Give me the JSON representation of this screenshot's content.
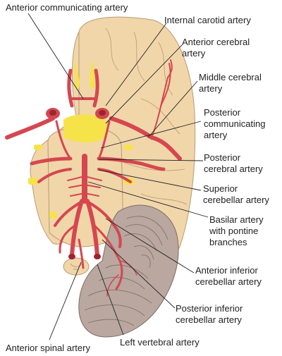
{
  "colors": {
    "artery": "#d5474f",
    "artery_dark": "#9a2530",
    "brain": "#f1d6aa",
    "brain_edge": "#b89a72",
    "cerebellum": "#b9a7a0",
    "cerebellum_edge": "#7d6a64",
    "nerve": "#f6e34a",
    "leader": "#222222"
  },
  "labels": {
    "anterior_communicating": "Anterior communicating artery",
    "internal_carotid": "Internal carotid artery",
    "anterior_cerebral_1": "Anterior cerebral",
    "anterior_cerebral_2": "artery",
    "middle_cerebral_1": "Middle cerebral",
    "middle_cerebral_2": "artery",
    "posterior_communicating_1": "Posterior",
    "posterior_communicating_2": "communicating",
    "posterior_communicating_3": "artery",
    "posterior_cerebral_1": "Posterior",
    "posterior_cerebral_2": "cerebral artery",
    "superior_cerebellar_1": "Superior",
    "superior_cerebellar_2": "cerebellar artery",
    "basilar_1": "Basilar artery",
    "basilar_2": "with pontine",
    "basilar_3": "branches",
    "anterior_inferior_cerebellar_1": "Anterior inferior",
    "anterior_inferior_cerebellar_2": "cerebellar artery",
    "posterior_inferior_cerebellar_1": "Posterior inferior",
    "posterior_inferior_cerebellar_2": "cerebellar artery",
    "left_vertebral": "Left vertebral artery",
    "anterior_spinal": "Anterior spinal artery"
  }
}
